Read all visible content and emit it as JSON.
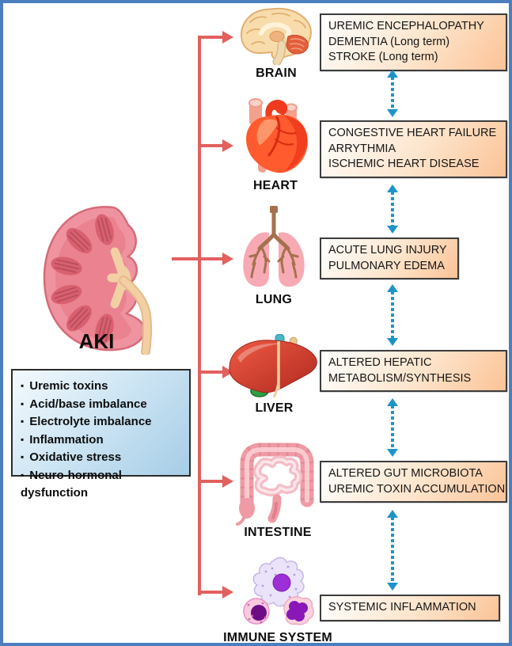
{
  "aki": {
    "label": "AKI"
  },
  "mediators": {
    "items": [
      "Uremic toxins",
      "Acid/base imbalance",
      "Electrolyte imbalance",
      "Inflammation",
      "Oxidative stress",
      "Neuro-hormonal dysfunction"
    ]
  },
  "organs": [
    {
      "label": "BRAIN",
      "icon": "brain-icon",
      "effects": [
        "UREMIC ENCEPHALOPATHY",
        "DEMENTIA (Long term)",
        "STROKE (Long term)"
      ]
    },
    {
      "label": "HEART",
      "icon": "heart-icon",
      "effects": [
        "CONGESTIVE HEART FAILURE",
        "ARRYTHMIA",
        "ISCHEMIC HEART DISEASE"
      ]
    },
    {
      "label": "LUNG",
      "icon": "lung-icon",
      "effects": [
        "ACUTE LUNG INJURY",
        "PULMONARY EDEMA"
      ]
    },
    {
      "label": "LIVER",
      "icon": "liver-icon",
      "effects": [
        "ALTERED HEPATIC",
        "METABOLISM/SYNTHESIS"
      ]
    },
    {
      "label": "INTESTINE",
      "icon": "intestine-icon",
      "effects": [
        "ALTERED GUT MICROBIOTA",
        "UREMIC TOXIN ACCUMULATION"
      ]
    },
    {
      "label": "IMMUNE SYSTEM",
      "icon": "immune-cells-icon",
      "effects": [
        "SYSTEMIC INFLAMMATION"
      ]
    }
  ],
  "colors": {
    "frame_border": "#4d7ebd",
    "aki_arrow_red": "#e2605e",
    "crosstalk_arrow_blue": "#1d94c9",
    "effect_box_border": "#3c3c3c",
    "effect_box_gradient_start": "#ffffff",
    "effect_box_gradient_end": "#fbc397",
    "mediator_box_gradient_start": "#f4fafd",
    "mediator_box_gradient_end": "#a6cde7"
  }
}
